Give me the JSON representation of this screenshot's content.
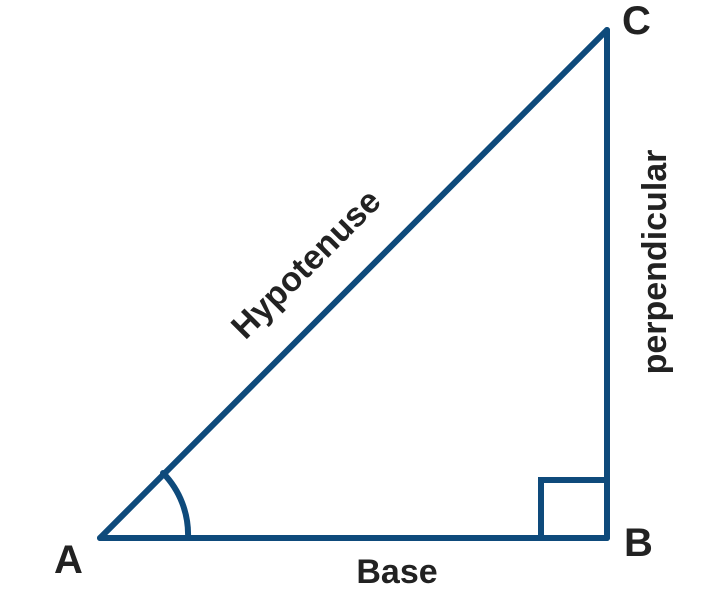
{
  "diagram": {
    "vertices": {
      "a": "A",
      "b": "B",
      "c": "C"
    },
    "sides": {
      "hypotenuse": "Hypotenuse",
      "base": "Base",
      "perpendicular": "perpendicular"
    },
    "colors": {
      "stroke": "#0e4a7b",
      "text": "#222222",
      "background": "#ffffff"
    }
  }
}
